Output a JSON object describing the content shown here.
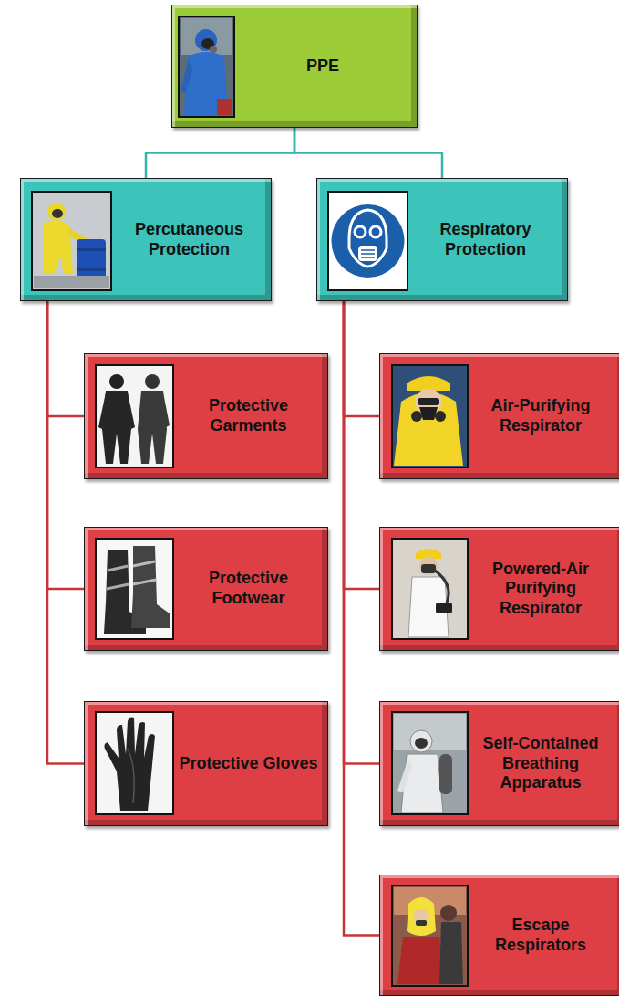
{
  "diagram": {
    "nodes": [
      {
        "text": [
          "PPE"
        ]
      },
      {
        "text": [
          "Percutaneous Protection"
        ]
      },
      {
        "text": [
          "Respiratory Protection"
        ]
      },
      {
        "text": [
          "Protective Garments"
        ]
      },
      {
        "text": [
          "Protective Footwear"
        ]
      },
      {
        "text": [
          "Protective Gloves"
        ]
      },
      {
        "text": [
          "Air-Purifying Respirator"
        ]
      },
      {
        "text": [
          "Powered-Air Purifying Respirator"
        ]
      },
      {
        "text": [
          "Self-Contained Breathing Apparatus"
        ]
      },
      {
        "text": [
          "Escape Respirators"
        ]
      }
    ],
    "edges": [
      {
        "from": 0,
        "to": 1,
        "arrow": "none"
      },
      {
        "from": 0,
        "to": 2,
        "arrow": "none"
      },
      {
        "from": 1,
        "to": 3,
        "arrow": "none"
      },
      {
        "from": 1,
        "to": 4,
        "arrow": "none"
      },
      {
        "from": 1,
        "to": 5,
        "arrow": "none"
      },
      {
        "from": 2,
        "to": 6,
        "arrow": "none"
      },
      {
        "from": 2,
        "to": 7,
        "arrow": "none"
      },
      {
        "from": 2,
        "to": 8,
        "arrow": "none"
      },
      {
        "from": 2,
        "to": 9,
        "arrow": "none"
      }
    ]
  }
}
